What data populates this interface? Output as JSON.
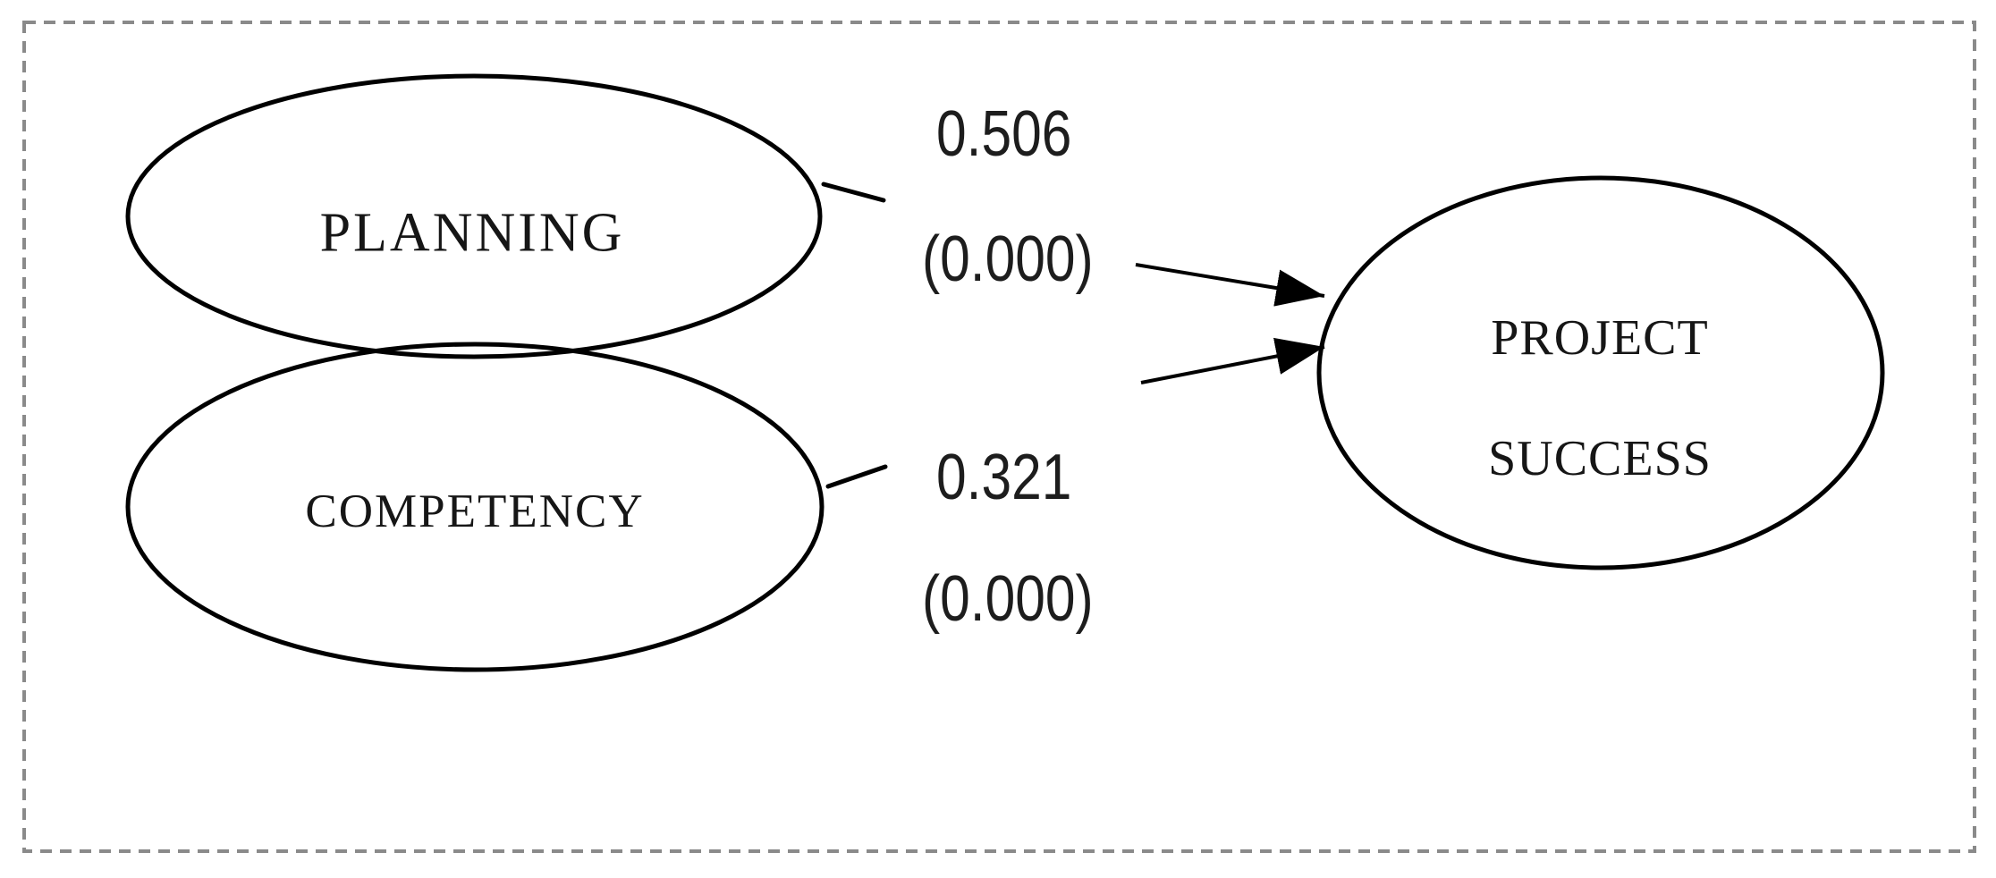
{
  "figure": {
    "background": "#ffffff",
    "border_color": "#8a8a8a",
    "stroke_color": "#000000",
    "nodes": [
      {
        "id": "planning",
        "label": "PLANNING"
      },
      {
        "id": "competency",
        "label": "COMPETENCY"
      },
      {
        "id": "project-success",
        "label_line1": "PROJECT",
        "label_line2": "SUCCESS"
      }
    ],
    "paths": [
      {
        "from": "PLANNING",
        "to": "PROJECT SUCCESS",
        "coefficient": "0.506",
        "p_value": "(0.000)"
      },
      {
        "from": "COMPETENCY",
        "to": "PROJECT SUCCESS",
        "coefficient": "0.321",
        "p_value": "(0.000)"
      }
    ]
  }
}
